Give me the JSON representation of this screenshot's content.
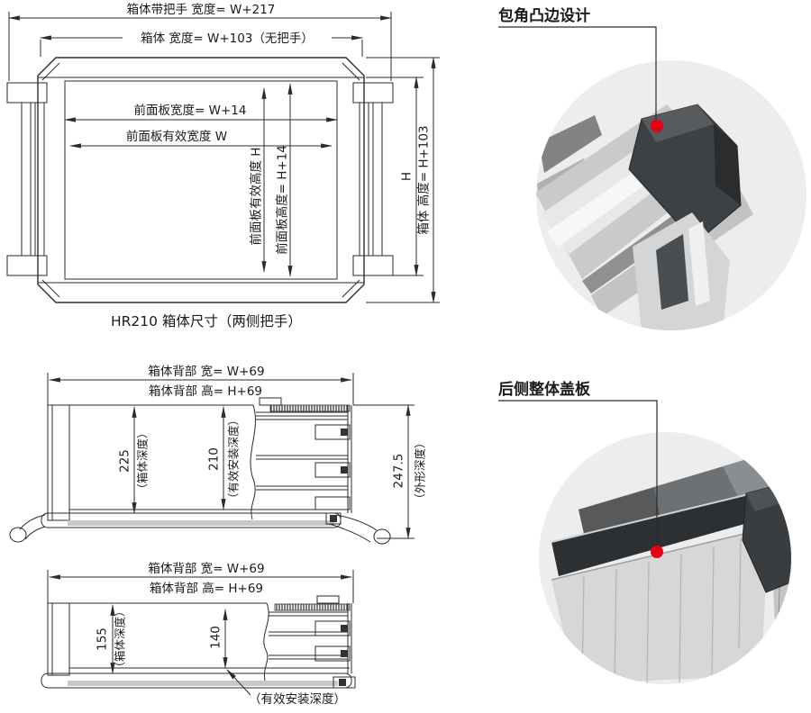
{
  "colors": {
    "accent_red": "#e60012",
    "line": "#2b2b2b",
    "photo_bg": "#ededed"
  },
  "front_view": {
    "dim_handle_width": "箱体带把手 宽度= W+217",
    "dim_box_width": "箱体 宽度= W+103（无把手）",
    "dim_panel_width": "前面板宽度= W+14",
    "dim_panel_eff_width": "前面板有效宽度 W",
    "dim_panel_eff_height": "前面板有效高度 H",
    "dim_panel_height": "前面板高度= H+14",
    "dim_height_h": "H",
    "dim_box_height": "箱体 高度= H+103",
    "caption": "HR210  箱体尺寸（两侧把手）"
  },
  "side_view_deep": {
    "dim_back_width": "箱体背部 宽= W+69",
    "dim_back_height": "箱体背部 高= H+69",
    "depth_value": "225",
    "depth_label": "（箱体深度）",
    "install_depth_value": "210",
    "install_depth_label": "（有效安装深度）",
    "overall_depth_value": "247.5",
    "overall_depth_label": "（外形深度）"
  },
  "side_view_shallow": {
    "dim_back_width": "箱体背部 宽= W+69",
    "dim_back_height": "箱体背部 高= H+69",
    "depth_value": "155",
    "depth_label": "（箱体深度）",
    "install_depth_value": "140",
    "install_depth_label": "（有效安装深度）"
  },
  "callouts": {
    "corner_design": "包角凸边设计",
    "rear_cover": "后侧整体盖板"
  }
}
